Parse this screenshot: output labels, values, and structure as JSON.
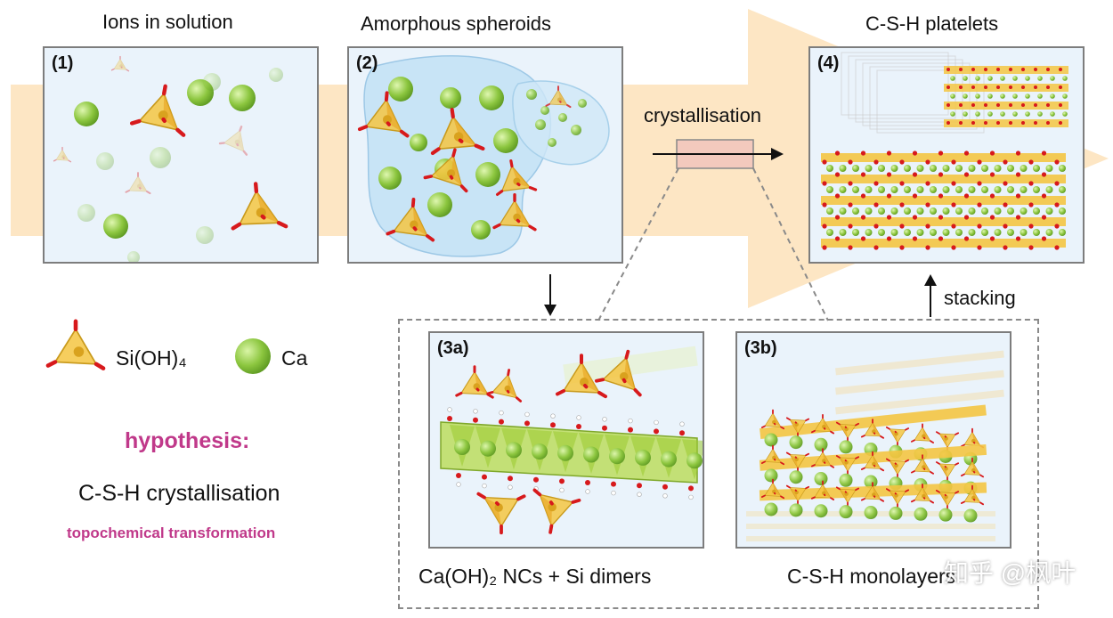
{
  "colors": {
    "arrow_band": "#fde6c4",
    "panel_bg": "#eaf3fb",
    "calcium": "#8cc63f",
    "silicate_fill": "#f4c542",
    "oxygen": "#d7191c",
    "accent_magenta": "#c0398a",
    "zoom_box": "#f3c9bd"
  },
  "panels": {
    "p1": {
      "label": "(1)",
      "title": "Ions in solution"
    },
    "p2": {
      "label": "(2)",
      "title": "Amorphous spheroids"
    },
    "p4": {
      "label": "(4)",
      "title": "C-S-H platelets"
    },
    "p3a": {
      "label": "(3a)",
      "caption": "Ca(OH)₂ NCs + Si dimers"
    },
    "p3b": {
      "label": "(3b)",
      "caption": "C-S-H monolayers"
    }
  },
  "arrows": {
    "crystallisation": "crystallisation",
    "stacking": "stacking"
  },
  "legend": {
    "silicate": "Si(OH)₄",
    "calcium": "Ca"
  },
  "hypothesis": {
    "title": "hypothesis:",
    "main": "C-S-H crystallisation",
    "sub": "topochemical transformation"
  },
  "watermark": "知乎 @枫叶"
}
